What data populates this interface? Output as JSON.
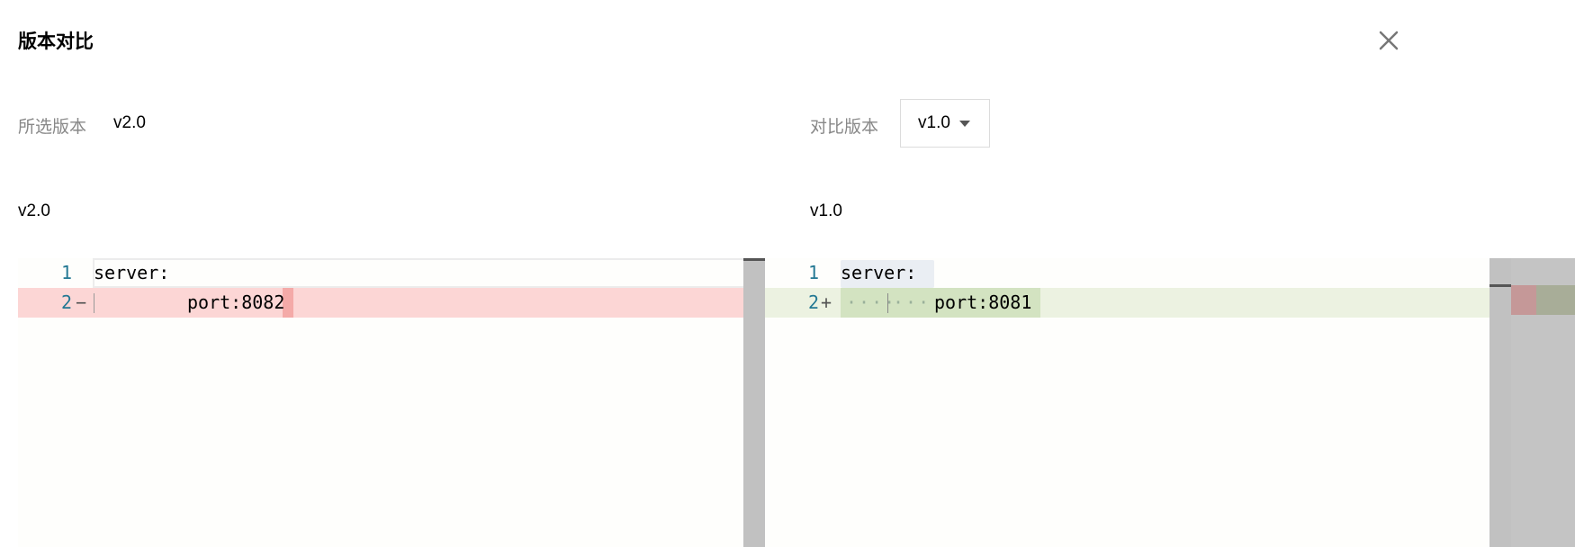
{
  "dialog": {
    "title": "版本对比",
    "close_icon": "close-icon"
  },
  "selected_version": {
    "label": "所选版本",
    "value": "v2.0"
  },
  "compare_version": {
    "label": "对比版本",
    "value": "v1.0"
  },
  "left_pane": {
    "label": "v2.0",
    "lines": [
      {
        "number": "1",
        "marker": "",
        "text": "server:",
        "status": "unchanged"
      },
      {
        "number": "2",
        "marker": "−",
        "text": "port:8082",
        "status": "removed"
      }
    ]
  },
  "right_pane": {
    "label": "v1.0",
    "lines": [
      {
        "number": "1",
        "marker": "",
        "text": "server:",
        "status": "unchanged"
      },
      {
        "number": "2",
        "marker": "+",
        "text": "port:8081",
        "status": "added"
      }
    ]
  },
  "colors": {
    "removed_line": "#fcd6d5",
    "removed_char": "#f4aaa8",
    "added_line": "#ecf2e1",
    "added_char": "#d3e3c1",
    "line_number": "#237893",
    "scrollbar": "#c1c1c1"
  }
}
